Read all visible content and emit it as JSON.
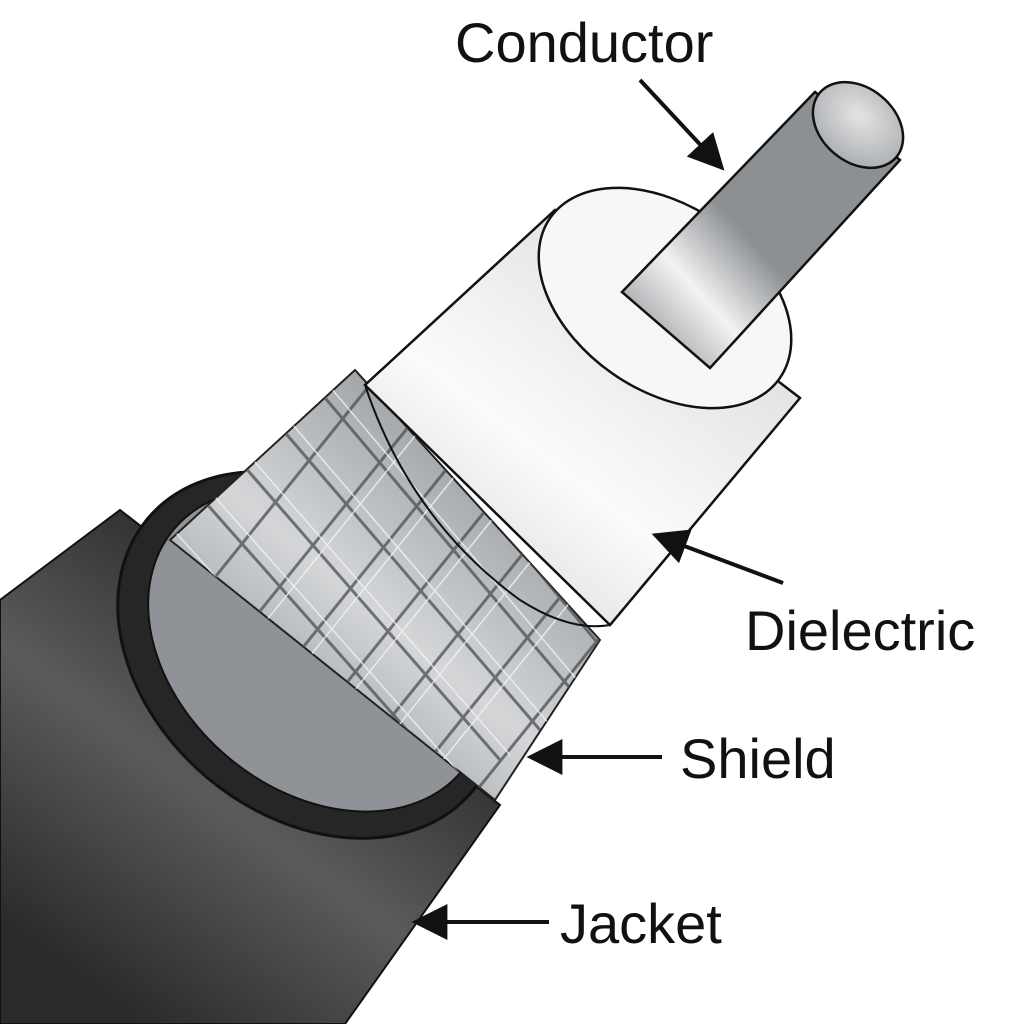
{
  "labels": {
    "conductor": "Conductor",
    "dielectric": "Dielectric",
    "shield": "Shield",
    "jacket": "Jacket"
  },
  "colors": {
    "background": "#ffffff",
    "jacket": "#3a3a3a",
    "shield": "#a9acb0",
    "dielectric": "#ececec",
    "conductor": "#bfc2c5",
    "ink": "#111111"
  }
}
